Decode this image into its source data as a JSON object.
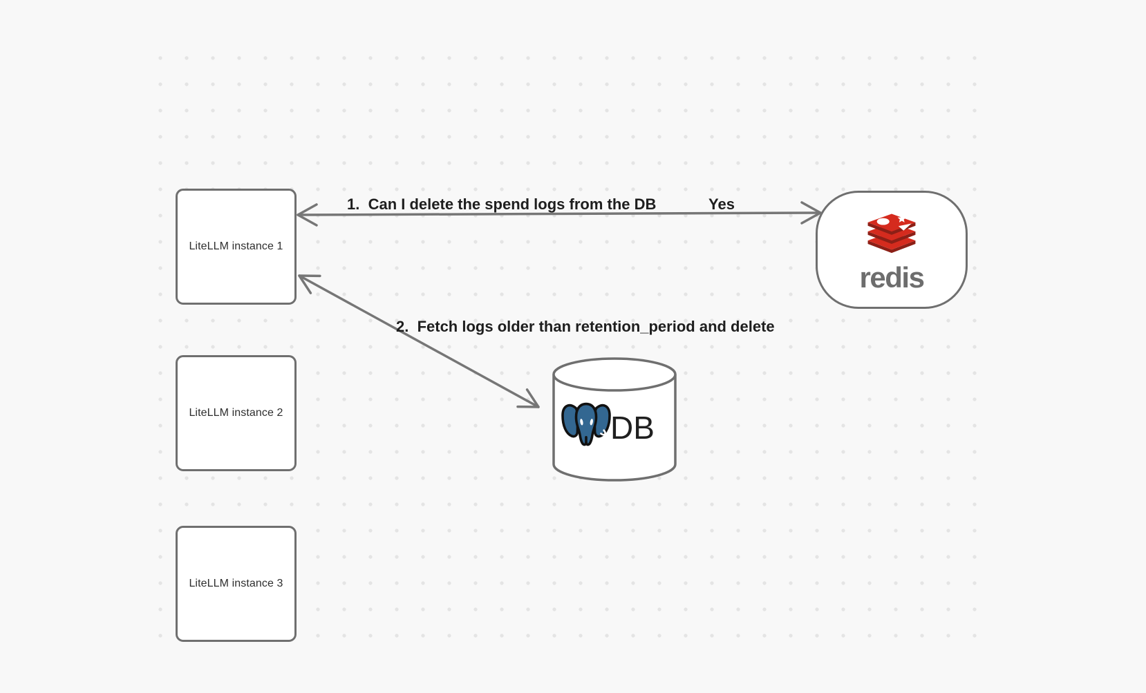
{
  "canvas": {
    "background_color": "#f8f8f8",
    "dot_color": "#e4e4e4"
  },
  "nodes": {
    "instances": [
      {
        "label": "LiteLLM instance 1"
      },
      {
        "label": "LiteLLM instance 2"
      },
      {
        "label": "LiteLLM instance 3"
      }
    ],
    "redis": {
      "wordmark": "redis"
    },
    "db": {
      "label": "DB"
    }
  },
  "edges": {
    "edge1": {
      "label": "1.  Can I delete the spend logs from the DB",
      "response": "Yes"
    },
    "edge2": {
      "label": "2.  Fetch logs older than retention_period and delete"
    }
  },
  "colors": {
    "shape_stroke": "#6f6f6f",
    "arrow_stroke": "#767676",
    "label_text": "#1e1e1e",
    "redis_red": "#d52b1e",
    "redis_dark_red": "#8c1f16",
    "redis_wordmark_gray": "#6d6d6d",
    "postgres_blue": "#336791",
    "postgres_outline": "#111111"
  }
}
